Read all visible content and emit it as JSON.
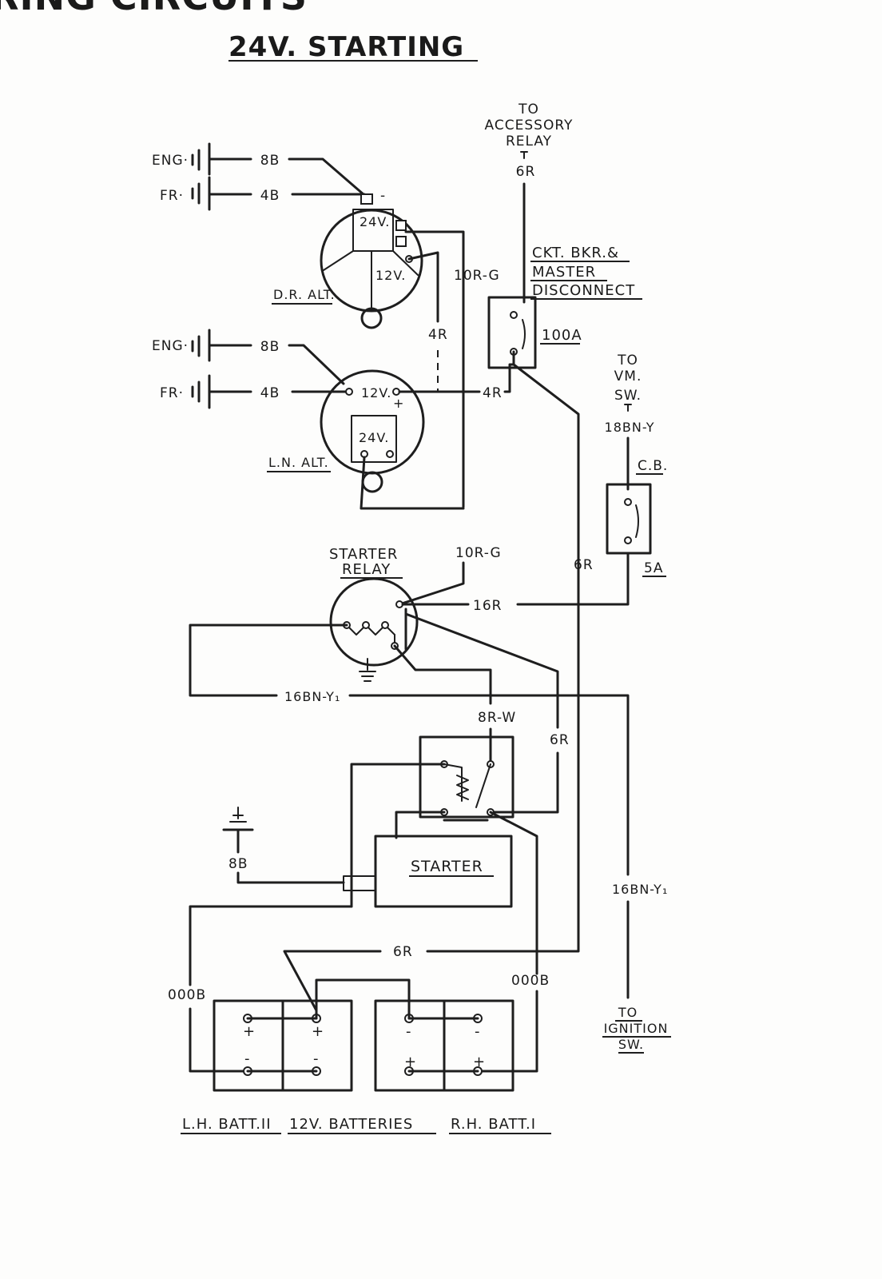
{
  "header": {
    "top_title_fragment": "IRING CIRCUITS",
    "subtitle": "24V. STARTING"
  },
  "labels": {
    "to_accessory_relay": [
      "TO",
      "ACCESSORY",
      "RELAY"
    ],
    "w_6r_top": "6R",
    "eng_top": "ENG·",
    "fr_top": "FR·",
    "w_8b_top": "8B",
    "w_4b_top": "4B",
    "minus_top": "-",
    "alt1_24v": "24V.",
    "alt1_12v": "12V.",
    "dr_alt": "D.R. ALT.",
    "w_10rg_top": "10R-G",
    "w_4r_vert": "4R",
    "ckt_bkr": [
      "CKT. BKR.&",
      "MASTER",
      "DISCONNECT"
    ],
    "amp_100a": "100A",
    "eng_mid": "ENG·",
    "fr_mid": "FR·",
    "w_8b_mid": "8B",
    "w_4b_mid": "4B",
    "alt2_12v": "12V.",
    "w_4r_horiz": "4R",
    "ln_alt": "L.N. ALT.",
    "alt2_24v": "24V.",
    "to_vm_sw": [
      "TO",
      "VM.",
      "SW."
    ],
    "w_18bny": "18BN-Y",
    "cb": "C.B.",
    "amp_5a": "5A",
    "starter_relay": [
      "STARTER",
      "RELAY"
    ],
    "w_10rg_mid": "10R-G",
    "w_6r_right": "6R",
    "w_16r": "16R",
    "w_16bny_horiz": "16BN-Y₁",
    "w_8rw": "8R-W",
    "w_6r_lower": "6R",
    "w_8b_ground": "8B",
    "starter": "STARTER",
    "w_16bny_vert": "16BN-Y₁",
    "w_6r_bottom": "6R",
    "w_000b_left": "000B",
    "w_000b_right": "000B",
    "to_ignition_sw": [
      "TO",
      "IGNITION",
      "SW."
    ],
    "plus": "+",
    "minus": "-",
    "lh_batt": "L.H. BATT.II",
    "batteries_12v": "12V. BATTERIES",
    "rh_batt": "R.H. BATT.I"
  }
}
